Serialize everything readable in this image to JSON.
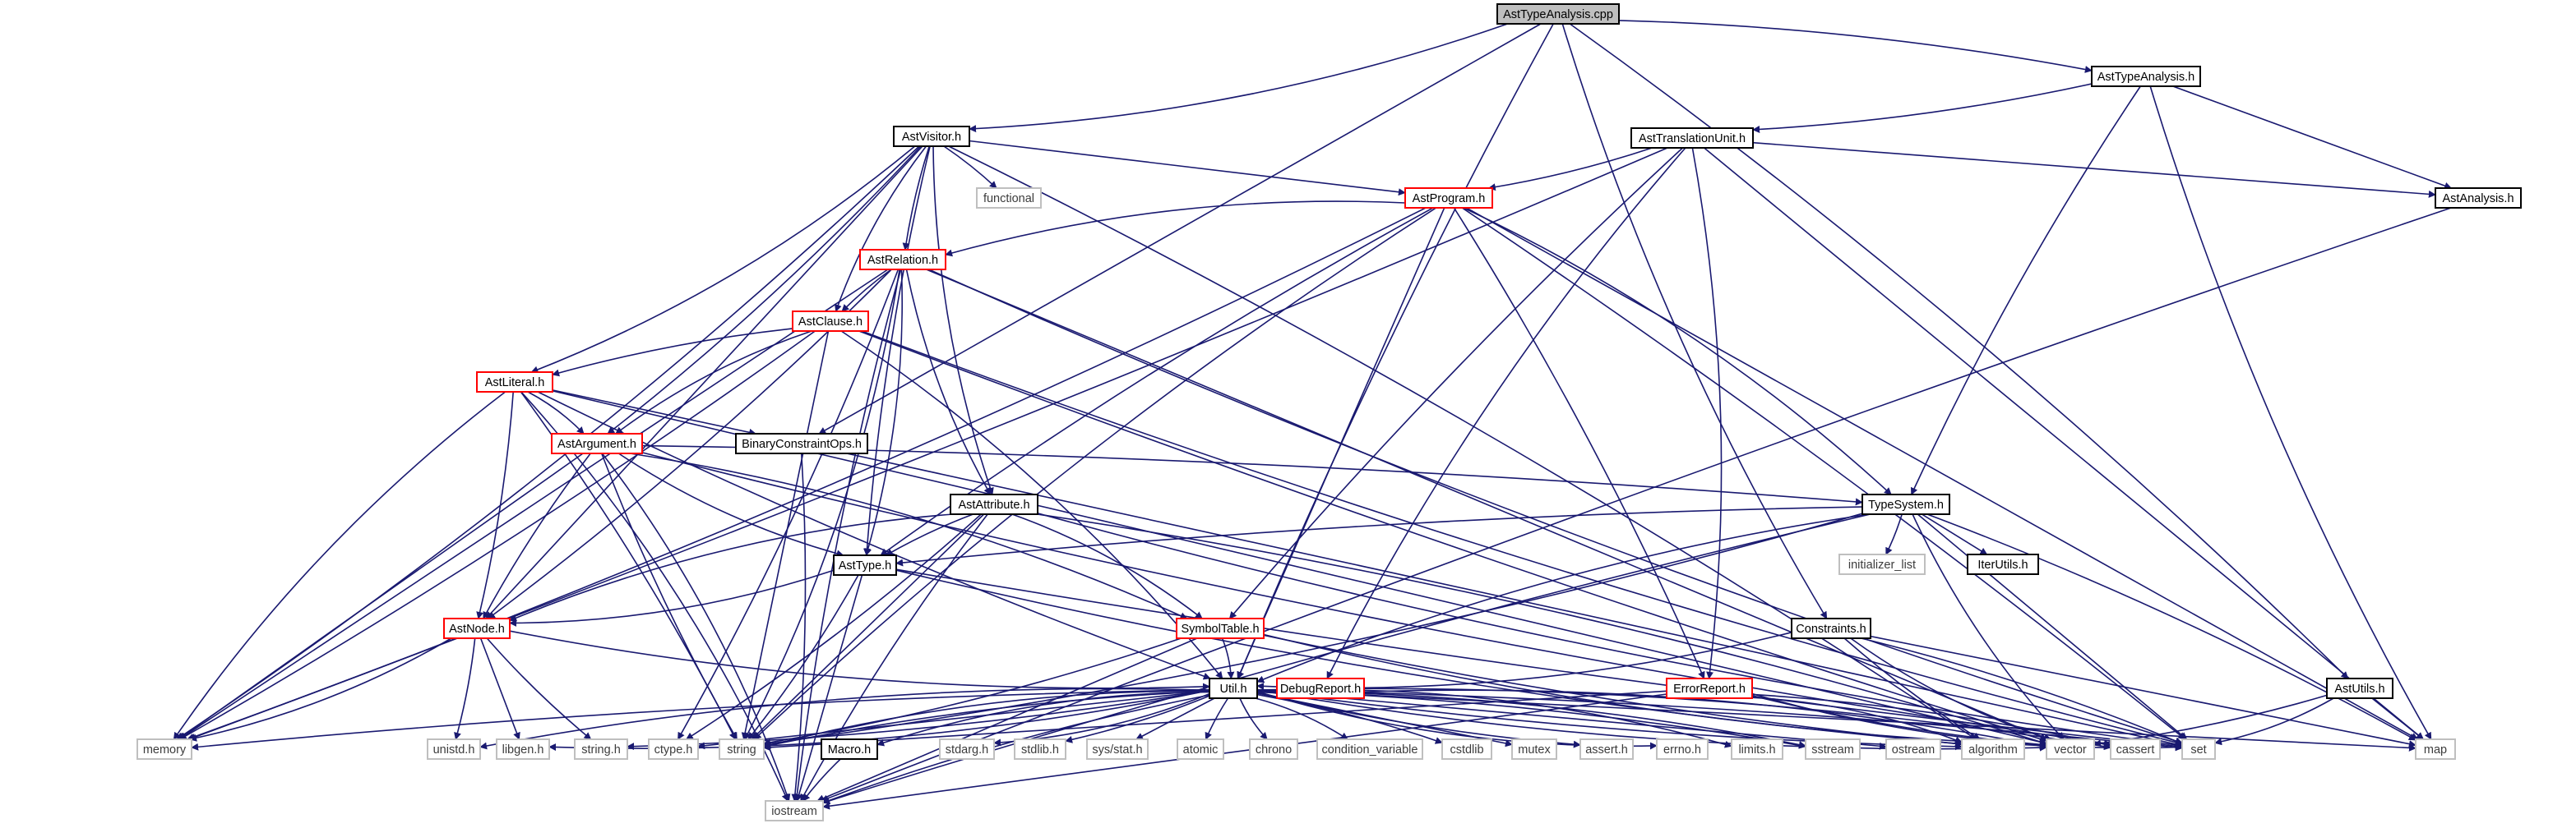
{
  "colors": {
    "edge": "#191970",
    "root_fill": "#bfbfbf",
    "root_border": "#000000",
    "documented_border": "#000000",
    "truncated_border": "#ff0000",
    "external_border": "#bfbfbf",
    "external_text": "#3c3c3c",
    "text": "#000000"
  },
  "nodes": [
    {
      "id": "AstTypeAnalysis.cpp",
      "label": "AstTypeAnalysis.cpp",
      "kind": "root"
    },
    {
      "id": "AstTypeAnalysis.h",
      "label": "AstTypeAnalysis.h",
      "kind": "doc"
    },
    {
      "id": "AstVisitor.h",
      "label": "AstVisitor.h",
      "kind": "doc"
    },
    {
      "id": "AstTranslationUnit.h",
      "label": "AstTranslationUnit.h",
      "kind": "doc"
    },
    {
      "id": "AstAnalysis.h",
      "label": "AstAnalysis.h",
      "kind": "doc"
    },
    {
      "id": "functional",
      "label": "functional",
      "kind": "ext"
    },
    {
      "id": "AstProgram.h",
      "label": "AstProgram.h",
      "kind": "trunc"
    },
    {
      "id": "AstRelation.h",
      "label": "AstRelation.h",
      "kind": "trunc"
    },
    {
      "id": "AstClause.h",
      "label": "AstClause.h",
      "kind": "trunc"
    },
    {
      "id": "AstLiteral.h",
      "label": "AstLiteral.h",
      "kind": "trunc"
    },
    {
      "id": "AstArgument.h",
      "label": "AstArgument.h",
      "kind": "trunc"
    },
    {
      "id": "BinaryConstraintOps.h",
      "label": "BinaryConstraintOps.h",
      "kind": "doc"
    },
    {
      "id": "AstAttribute.h",
      "label": "AstAttribute.h",
      "kind": "doc"
    },
    {
      "id": "TypeSystem.h",
      "label": "TypeSystem.h",
      "kind": "doc"
    },
    {
      "id": "initializer_list",
      "label": "initializer_list",
      "kind": "ext"
    },
    {
      "id": "IterUtils.h",
      "label": "IterUtils.h",
      "kind": "doc"
    },
    {
      "id": "AstType.h",
      "label": "AstType.h",
      "kind": "doc"
    },
    {
      "id": "AstNode.h",
      "label": "AstNode.h",
      "kind": "trunc"
    },
    {
      "id": "SymbolTable.h",
      "label": "SymbolTable.h",
      "kind": "trunc"
    },
    {
      "id": "Constraints.h",
      "label": "Constraints.h",
      "kind": "doc"
    },
    {
      "id": "AstUtils.h",
      "label": "AstUtils.h",
      "kind": "doc"
    },
    {
      "id": "Util.h",
      "label": "Util.h",
      "kind": "doc"
    },
    {
      "id": "DebugReport.h",
      "label": "DebugReport.h",
      "kind": "trunc"
    },
    {
      "id": "ErrorReport.h",
      "label": "ErrorReport.h",
      "kind": "trunc"
    },
    {
      "id": "memory",
      "label": "memory",
      "kind": "ext"
    },
    {
      "id": "unistd.h",
      "label": "unistd.h",
      "kind": "ext"
    },
    {
      "id": "libgen.h",
      "label": "libgen.h",
      "kind": "ext"
    },
    {
      "id": "string.h",
      "label": "string.h",
      "kind": "ext"
    },
    {
      "id": "ctype.h",
      "label": "ctype.h",
      "kind": "ext"
    },
    {
      "id": "string",
      "label": "string",
      "kind": "ext"
    },
    {
      "id": "Macro.h",
      "label": "Macro.h",
      "kind": "doc"
    },
    {
      "id": "stdarg.h",
      "label": "stdarg.h",
      "kind": "ext"
    },
    {
      "id": "stdlib.h",
      "label": "stdlib.h",
      "kind": "ext"
    },
    {
      "id": "sys/stat.h",
      "label": "sys/stat.h",
      "kind": "ext"
    },
    {
      "id": "atomic",
      "label": "atomic",
      "kind": "ext"
    },
    {
      "id": "chrono",
      "label": "chrono",
      "kind": "ext"
    },
    {
      "id": "condition_variable",
      "label": "condition_variable",
      "kind": "ext"
    },
    {
      "id": "cstdlib",
      "label": "cstdlib",
      "kind": "ext"
    },
    {
      "id": "mutex",
      "label": "mutex",
      "kind": "ext"
    },
    {
      "id": "assert.h",
      "label": "assert.h",
      "kind": "ext"
    },
    {
      "id": "errno.h",
      "label": "errno.h",
      "kind": "ext"
    },
    {
      "id": "limits.h",
      "label": "limits.h",
      "kind": "ext"
    },
    {
      "id": "sstream",
      "label": "sstream",
      "kind": "ext"
    },
    {
      "id": "ostream",
      "label": "ostream",
      "kind": "ext"
    },
    {
      "id": "algorithm",
      "label": "algorithm",
      "kind": "ext"
    },
    {
      "id": "vector",
      "label": "vector",
      "kind": "ext"
    },
    {
      "id": "cassert",
      "label": "cassert",
      "kind": "ext"
    },
    {
      "id": "set",
      "label": "set",
      "kind": "ext"
    },
    {
      "id": "map",
      "label": "map",
      "kind": "ext"
    },
    {
      "id": "iostream",
      "label": "iostream",
      "kind": "ext"
    }
  ],
  "edges": [
    [
      "AstTypeAnalysis.cpp",
      "AstVisitor.h"
    ],
    [
      "AstTypeAnalysis.cpp",
      "AstTypeAnalysis.h"
    ],
    [
      "AstTypeAnalysis.cpp",
      "BinaryConstraintOps.h"
    ],
    [
      "AstTypeAnalysis.cpp",
      "Util.h"
    ],
    [
      "AstTypeAnalysis.cpp",
      "Constraints.h"
    ],
    [
      "AstTypeAnalysis.cpp",
      "AstUtils.h"
    ],
    [
      "AstTypeAnalysis.h",
      "AstTranslationUnit.h"
    ],
    [
      "AstTypeAnalysis.h",
      "AstAnalysis.h"
    ],
    [
      "AstTypeAnalysis.h",
      "TypeSystem.h"
    ],
    [
      "AstTypeAnalysis.h",
      "map"
    ],
    [
      "AstVisitor.h",
      "memory"
    ],
    [
      "AstVisitor.h",
      "functional"
    ],
    [
      "AstVisitor.h",
      "AstProgram.h"
    ],
    [
      "AstVisitor.h",
      "AstRelation.h"
    ],
    [
      "AstVisitor.h",
      "AstClause.h"
    ],
    [
      "AstVisitor.h",
      "AstLiteral.h"
    ],
    [
      "AstVisitor.h",
      "AstArgument.h"
    ],
    [
      "AstVisitor.h",
      "AstNode.h"
    ],
    [
      "AstVisitor.h",
      "AstType.h"
    ],
    [
      "AstVisitor.h",
      "AstAttribute.h"
    ],
    [
      "AstVisitor.h",
      "algorithm"
    ],
    [
      "AstTranslationUnit.h",
      "AstProgram.h"
    ],
    [
      "AstTranslationUnit.h",
      "AstAnalysis.h"
    ],
    [
      "AstTranslationUnit.h",
      "SymbolTable.h"
    ],
    [
      "AstTranslationUnit.h",
      "DebugReport.h"
    ],
    [
      "AstTranslationUnit.h",
      "ErrorReport.h"
    ],
    [
      "AstTranslationUnit.h",
      "memory"
    ],
    [
      "AstTranslationUnit.h",
      "map"
    ],
    [
      "AstAnalysis.h",
      "iostream"
    ],
    [
      "AstProgram.h",
      "AstRelation.h"
    ],
    [
      "AstProgram.h",
      "TypeSystem.h"
    ],
    [
      "AstProgram.h",
      "ErrorReport.h"
    ],
    [
      "AstProgram.h",
      "Util.h"
    ],
    [
      "AstProgram.h",
      "AstType.h"
    ],
    [
      "AstProgram.h",
      "string"
    ],
    [
      "AstProgram.h",
      "memory"
    ],
    [
      "AstProgram.h",
      "set"
    ],
    [
      "AstProgram.h",
      "map"
    ],
    [
      "AstRelation.h",
      "AstClause.h"
    ],
    [
      "AstRelation.h",
      "AstAttribute.h"
    ],
    [
      "AstRelation.h",
      "AstType.h"
    ],
    [
      "AstRelation.h",
      "AstNode.h"
    ],
    [
      "AstRelation.h",
      "memory"
    ],
    [
      "AstRelation.h",
      "iostream"
    ],
    [
      "AstRelation.h",
      "set"
    ],
    [
      "AstRelation.h",
      "string"
    ],
    [
      "AstRelation.h",
      "ctype.h"
    ],
    [
      "AstRelation.h",
      "vector"
    ],
    [
      "AstClause.h",
      "AstLiteral.h"
    ],
    [
      "AstClause.h",
      "AstArgument.h"
    ],
    [
      "AstClause.h",
      "Util.h"
    ],
    [
      "AstClause.h",
      "memory"
    ],
    [
      "AstClause.h",
      "string"
    ],
    [
      "AstClause.h",
      "vector"
    ],
    [
      "AstClause.h",
      "set"
    ],
    [
      "AstLiteral.h",
      "AstArgument.h"
    ],
    [
      "AstLiteral.h",
      "AstNode.h"
    ],
    [
      "AstLiteral.h",
      "BinaryConstraintOps.h"
    ],
    [
      "AstLiteral.h",
      "Util.h"
    ],
    [
      "AstLiteral.h",
      "memory"
    ],
    [
      "AstLiteral.h",
      "iostream"
    ],
    [
      "AstLiteral.h",
      "string"
    ],
    [
      "AstLiteral.h",
      "vector"
    ],
    [
      "AstArgument.h",
      "AstNode.h"
    ],
    [
      "AstArgument.h",
      "AstType.h"
    ],
    [
      "AstArgument.h",
      "SymbolTable.h"
    ],
    [
      "AstArgument.h",
      "TypeSystem.h"
    ],
    [
      "AstArgument.h",
      "memory"
    ],
    [
      "AstArgument.h",
      "string"
    ],
    [
      "AstArgument.h",
      "cassert"
    ],
    [
      "AstArgument.h",
      "iostream"
    ],
    [
      "BinaryConstraintOps.h",
      "iostream"
    ],
    [
      "BinaryConstraintOps.h",
      "set"
    ],
    [
      "AstAttribute.h",
      "AstType.h"
    ],
    [
      "AstAttribute.h",
      "AstNode.h"
    ],
    [
      "AstAttribute.h",
      "SymbolTable.h"
    ],
    [
      "AstAttribute.h",
      "ctype.h"
    ],
    [
      "AstAttribute.h",
      "string"
    ],
    [
      "AstAttribute.h",
      "iostream"
    ],
    [
      "AstAttribute.h",
      "set"
    ],
    [
      "AstAttribute.h",
      "vector"
    ],
    [
      "TypeSystem.h",
      "initializer_list"
    ],
    [
      "TypeSystem.h",
      "IterUtils.h"
    ],
    [
      "TypeSystem.h",
      "AstType.h"
    ],
    [
      "TypeSystem.h",
      "Util.h"
    ],
    [
      "TypeSystem.h",
      "string"
    ],
    [
      "TypeSystem.h",
      "map"
    ],
    [
      "TypeSystem.h",
      "set"
    ],
    [
      "TypeSystem.h",
      "iostream"
    ],
    [
      "TypeSystem.h",
      "vector"
    ],
    [
      "AstType.h",
      "AstNode.h"
    ],
    [
      "AstType.h",
      "string"
    ],
    [
      "AstType.h",
      "iostream"
    ],
    [
      "AstType.h",
      "set"
    ],
    [
      "AstType.h",
      "algorithm"
    ],
    [
      "AstNode.h",
      "memory"
    ],
    [
      "AstNode.h",
      "unistd.h"
    ],
    [
      "AstNode.h",
      "libgen.h"
    ],
    [
      "AstNode.h",
      "string.h"
    ],
    [
      "AstNode.h",
      "Util.h"
    ],
    [
      "SymbolTable.h",
      "Util.h"
    ],
    [
      "SymbolTable.h",
      "string"
    ],
    [
      "SymbolTable.h",
      "iostream"
    ],
    [
      "SymbolTable.h",
      "algorithm"
    ],
    [
      "SymbolTable.h",
      "vector"
    ],
    [
      "Constraints.h",
      "Util.h"
    ],
    [
      "Constraints.h",
      "set"
    ],
    [
      "Constraints.h",
      "map"
    ],
    [
      "Constraints.h",
      "algorithm"
    ],
    [
      "Constraints.h",
      "vector"
    ],
    [
      "AstUtils.h",
      "set"
    ],
    [
      "AstUtils.h",
      "vector"
    ],
    [
      "AstUtils.h",
      "map"
    ],
    [
      "Util.h",
      "memory"
    ],
    [
      "Util.h",
      "unistd.h"
    ],
    [
      "Util.h",
      "libgen.h"
    ],
    [
      "Util.h",
      "string.h"
    ],
    [
      "Util.h",
      "ctype.h"
    ],
    [
      "Util.h",
      "string"
    ],
    [
      "Util.h",
      "Macro.h"
    ],
    [
      "Util.h",
      "stdarg.h"
    ],
    [
      "Util.h",
      "stdlib.h"
    ],
    [
      "Util.h",
      "sys/stat.h"
    ],
    [
      "Util.h",
      "atomic"
    ],
    [
      "Util.h",
      "chrono"
    ],
    [
      "Util.h",
      "condition_variable"
    ],
    [
      "Util.h",
      "cstdlib"
    ],
    [
      "Util.h",
      "mutex"
    ],
    [
      "Util.h",
      "assert.h"
    ],
    [
      "Util.h",
      "errno.h"
    ],
    [
      "Util.h",
      "limits.h"
    ],
    [
      "Util.h",
      "sstream"
    ],
    [
      "Util.h",
      "ostream"
    ],
    [
      "Util.h",
      "algorithm"
    ],
    [
      "Util.h",
      "vector"
    ],
    [
      "Util.h",
      "cassert"
    ],
    [
      "Util.h",
      "set"
    ],
    [
      "Util.h",
      "map"
    ],
    [
      "Util.h",
      "iostream"
    ],
    [
      "DebugReport.h",
      "string"
    ],
    [
      "DebugReport.h",
      "vector"
    ],
    [
      "DebugReport.h",
      "sstream"
    ],
    [
      "ErrorReport.h",
      "string"
    ],
    [
      "ErrorReport.h",
      "vector"
    ],
    [
      "ErrorReport.h",
      "set"
    ],
    [
      "ErrorReport.h",
      "algorithm"
    ],
    [
      "ErrorReport.h",
      "cassert"
    ],
    [
      "ErrorReport.h",
      "iostream"
    ],
    [
      "Macro.h",
      "iostream"
    ]
  ]
}
